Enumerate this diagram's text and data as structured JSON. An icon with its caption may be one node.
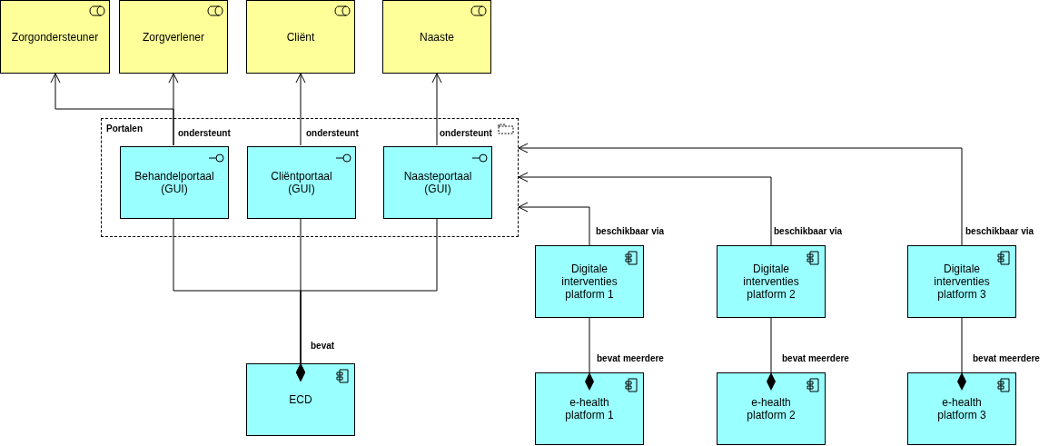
{
  "diagram": {
    "nodes": [
      {
        "text": [
          "Zorgondersteuner"
        ]
      },
      {
        "text": [
          "Zorgverlener"
        ]
      },
      {
        "text": [
          "Cliënt"
        ]
      },
      {
        "text": [
          "Naaste"
        ]
      },
      {
        "text": [
          "Portalen"
        ]
      },
      {
        "text": [
          "Behandelportaal (GUI)"
        ],
        "in": 4
      },
      {
        "text": [
          "Cliëntportaal (GUI)"
        ],
        "in": 4
      },
      {
        "text": [
          "Naasteportaal (GUI)"
        ],
        "in": 4
      },
      {
        "text": [
          "ECD"
        ]
      },
      {
        "text": [
          "Digitale interventies platform 1"
        ]
      },
      {
        "text": [
          "Digitale interventies platform 2"
        ]
      },
      {
        "text": [
          "Digitale interventies platform 3"
        ]
      },
      {
        "text": [
          "e-health platform 1"
        ]
      },
      {
        "text": [
          "e-health platform 2"
        ]
      },
      {
        "text": [
          "e-health platform 3"
        ]
      }
    ],
    "edges": [
      {
        "from": 5,
        "to": 0,
        "arrow": "to"
      },
      {
        "from": 5,
        "to": 1,
        "arrow": "to",
        "label": "ondersteunt"
      },
      {
        "from": 6,
        "to": 2,
        "arrow": "to",
        "label": "ondersteunt"
      },
      {
        "from": 7,
        "to": 3,
        "arrow": "to",
        "label": "ondersteunt"
      },
      {
        "from": 8,
        "to": 5,
        "arrow": "other"
      },
      {
        "from": 8,
        "to": 6,
        "arrow": "other",
        "label": "bevat"
      },
      {
        "from": 8,
        "to": 7,
        "arrow": "other"
      },
      {
        "from": 9,
        "to": 4,
        "arrow": "to",
        "label": "beschikbaar via"
      },
      {
        "from": 10,
        "to": 4,
        "arrow": "to",
        "label": "beschikbaar via"
      },
      {
        "from": 11,
        "to": 4,
        "arrow": "to",
        "label": "beschikbaar via"
      },
      {
        "from": 12,
        "to": 9,
        "arrow": "other",
        "label": "bevat meerdere"
      },
      {
        "from": 13,
        "to": 10,
        "arrow": "other",
        "label": "bevat meerdere"
      },
      {
        "from": 14,
        "to": 11,
        "arrow": "other",
        "label": "bevat meerdere"
      }
    ]
  }
}
